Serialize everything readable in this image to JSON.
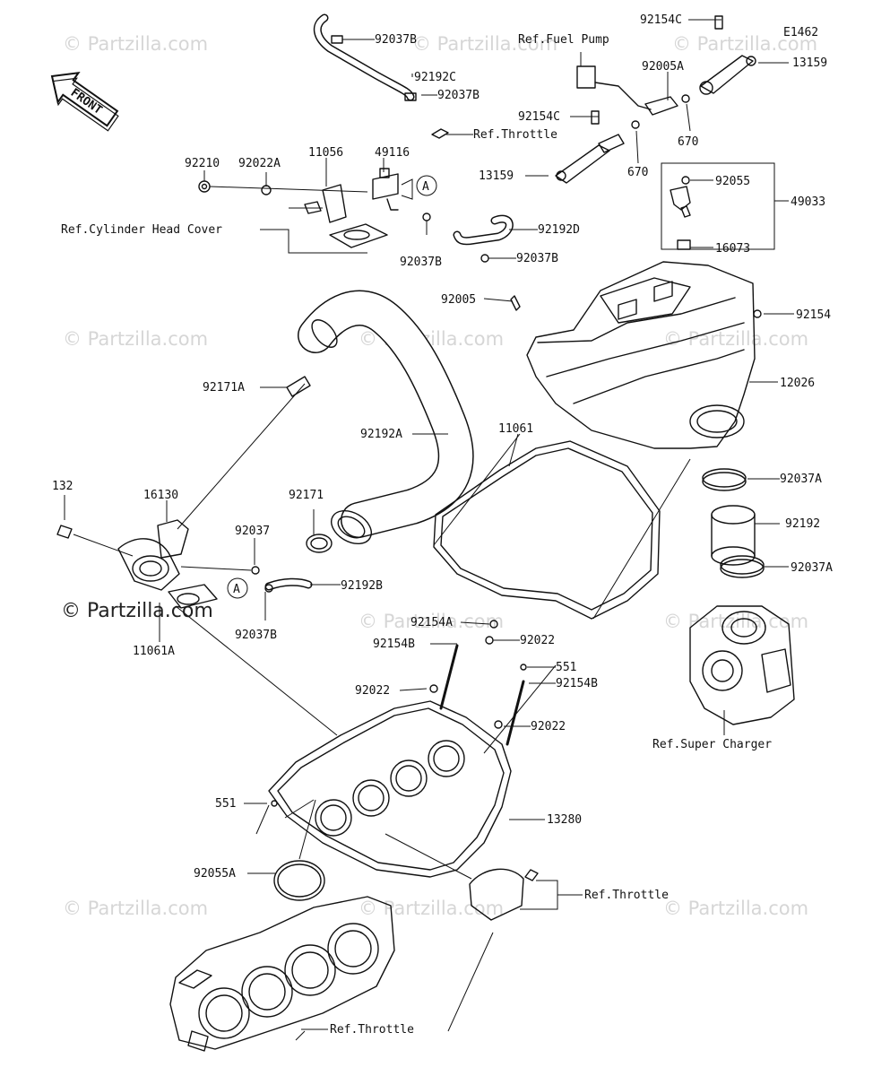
{
  "diagram_id": "E1462",
  "watermark": "© Partzilla.com",
  "front_arrow_label": "FRONT",
  "circle_marker": "A",
  "labels": {
    "p92154C_top": "92154C",
    "p92037B_a": "92037B",
    "ref_fuel_pump": "Ref.Fuel Pump",
    "e1462": "E1462",
    "p92192C": "92192C",
    "p13159_top": "13159",
    "p92037B_b": "92037B",
    "p92005A": "92005A",
    "p92154C_mid": "92154C",
    "ref_throttle_top": "Ref.Throttle",
    "p670_a": "670",
    "p670_b": "670",
    "p92210": "92210",
    "p92022A": "92022A",
    "p11056": "11056",
    "p49116": "49116",
    "p13159_mid": "13159",
    "p92055": "92055",
    "p49033": "49033",
    "ref_cyl_head": "Ref.Cylinder Head Cover",
    "p92192D": "92192D",
    "p16073": "16073",
    "p92037B_c": "92037B",
    "p92037B_d": "92037B",
    "p92005": "92005",
    "p92154": "92154",
    "p92171A": "92171A",
    "p12026": "12026",
    "p92192A": "92192A",
    "p11061": "11061",
    "p92037A_a": "92037A",
    "p132": "132",
    "p16130": "16130",
    "p92171": "92171",
    "p92192": "92192",
    "p92037": "92037",
    "p92037A_b": "92037A",
    "p92192B": "92192B",
    "p92037B_e": "92037B",
    "p11061A": "11061A",
    "p92154A": "92154A",
    "p92022_a": "92022",
    "p92154B_a": "92154B",
    "p551_a": "551",
    "p92022_b": "92022",
    "p92154B_b": "92154B",
    "p92022_c": "92022",
    "ref_super_charger": "Ref.Super Charger",
    "p551_b": "551",
    "p13280": "13280",
    "p92055A": "92055A",
    "ref_throttle_mid": "Ref.Throttle",
    "ref_throttle_bottom": "Ref.Throttle"
  }
}
